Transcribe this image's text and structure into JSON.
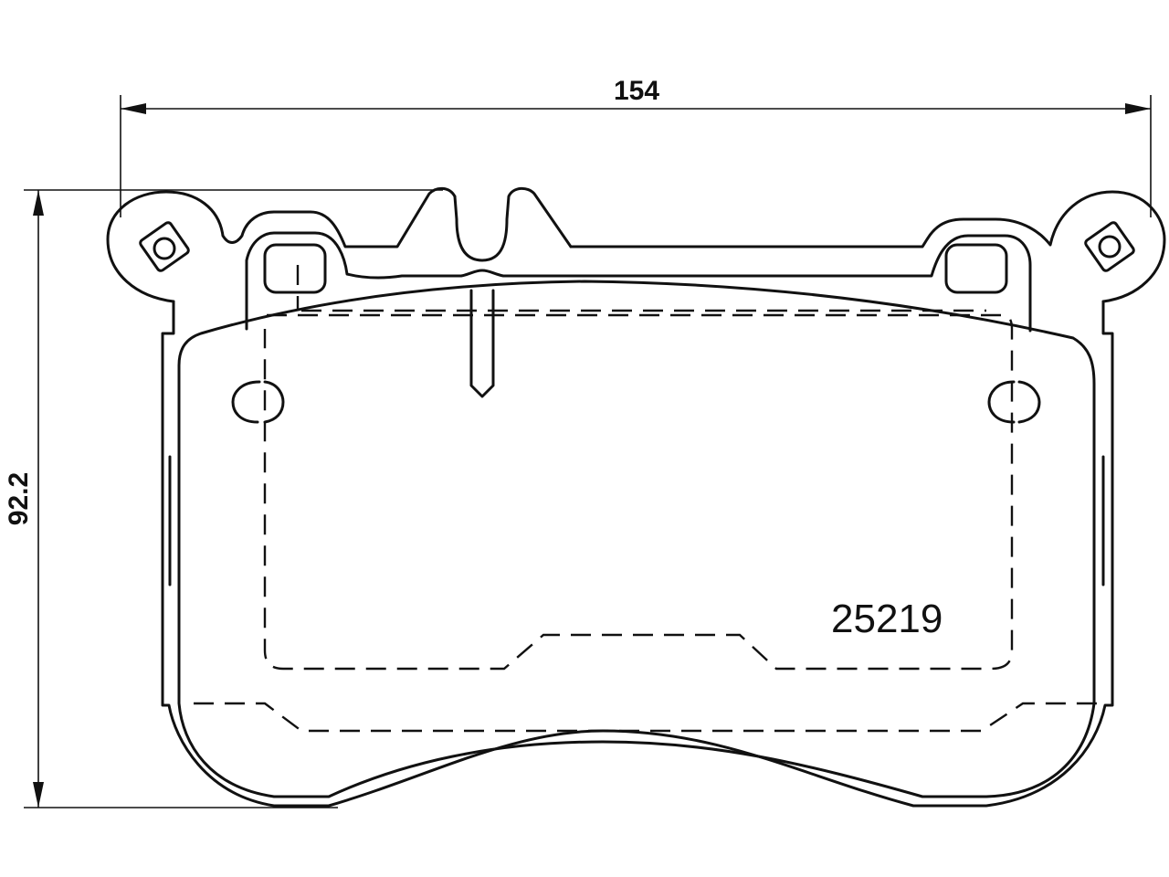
{
  "dimensions": {
    "width_label": "154",
    "height_label": "92.2"
  },
  "part": {
    "number": "25219"
  }
}
